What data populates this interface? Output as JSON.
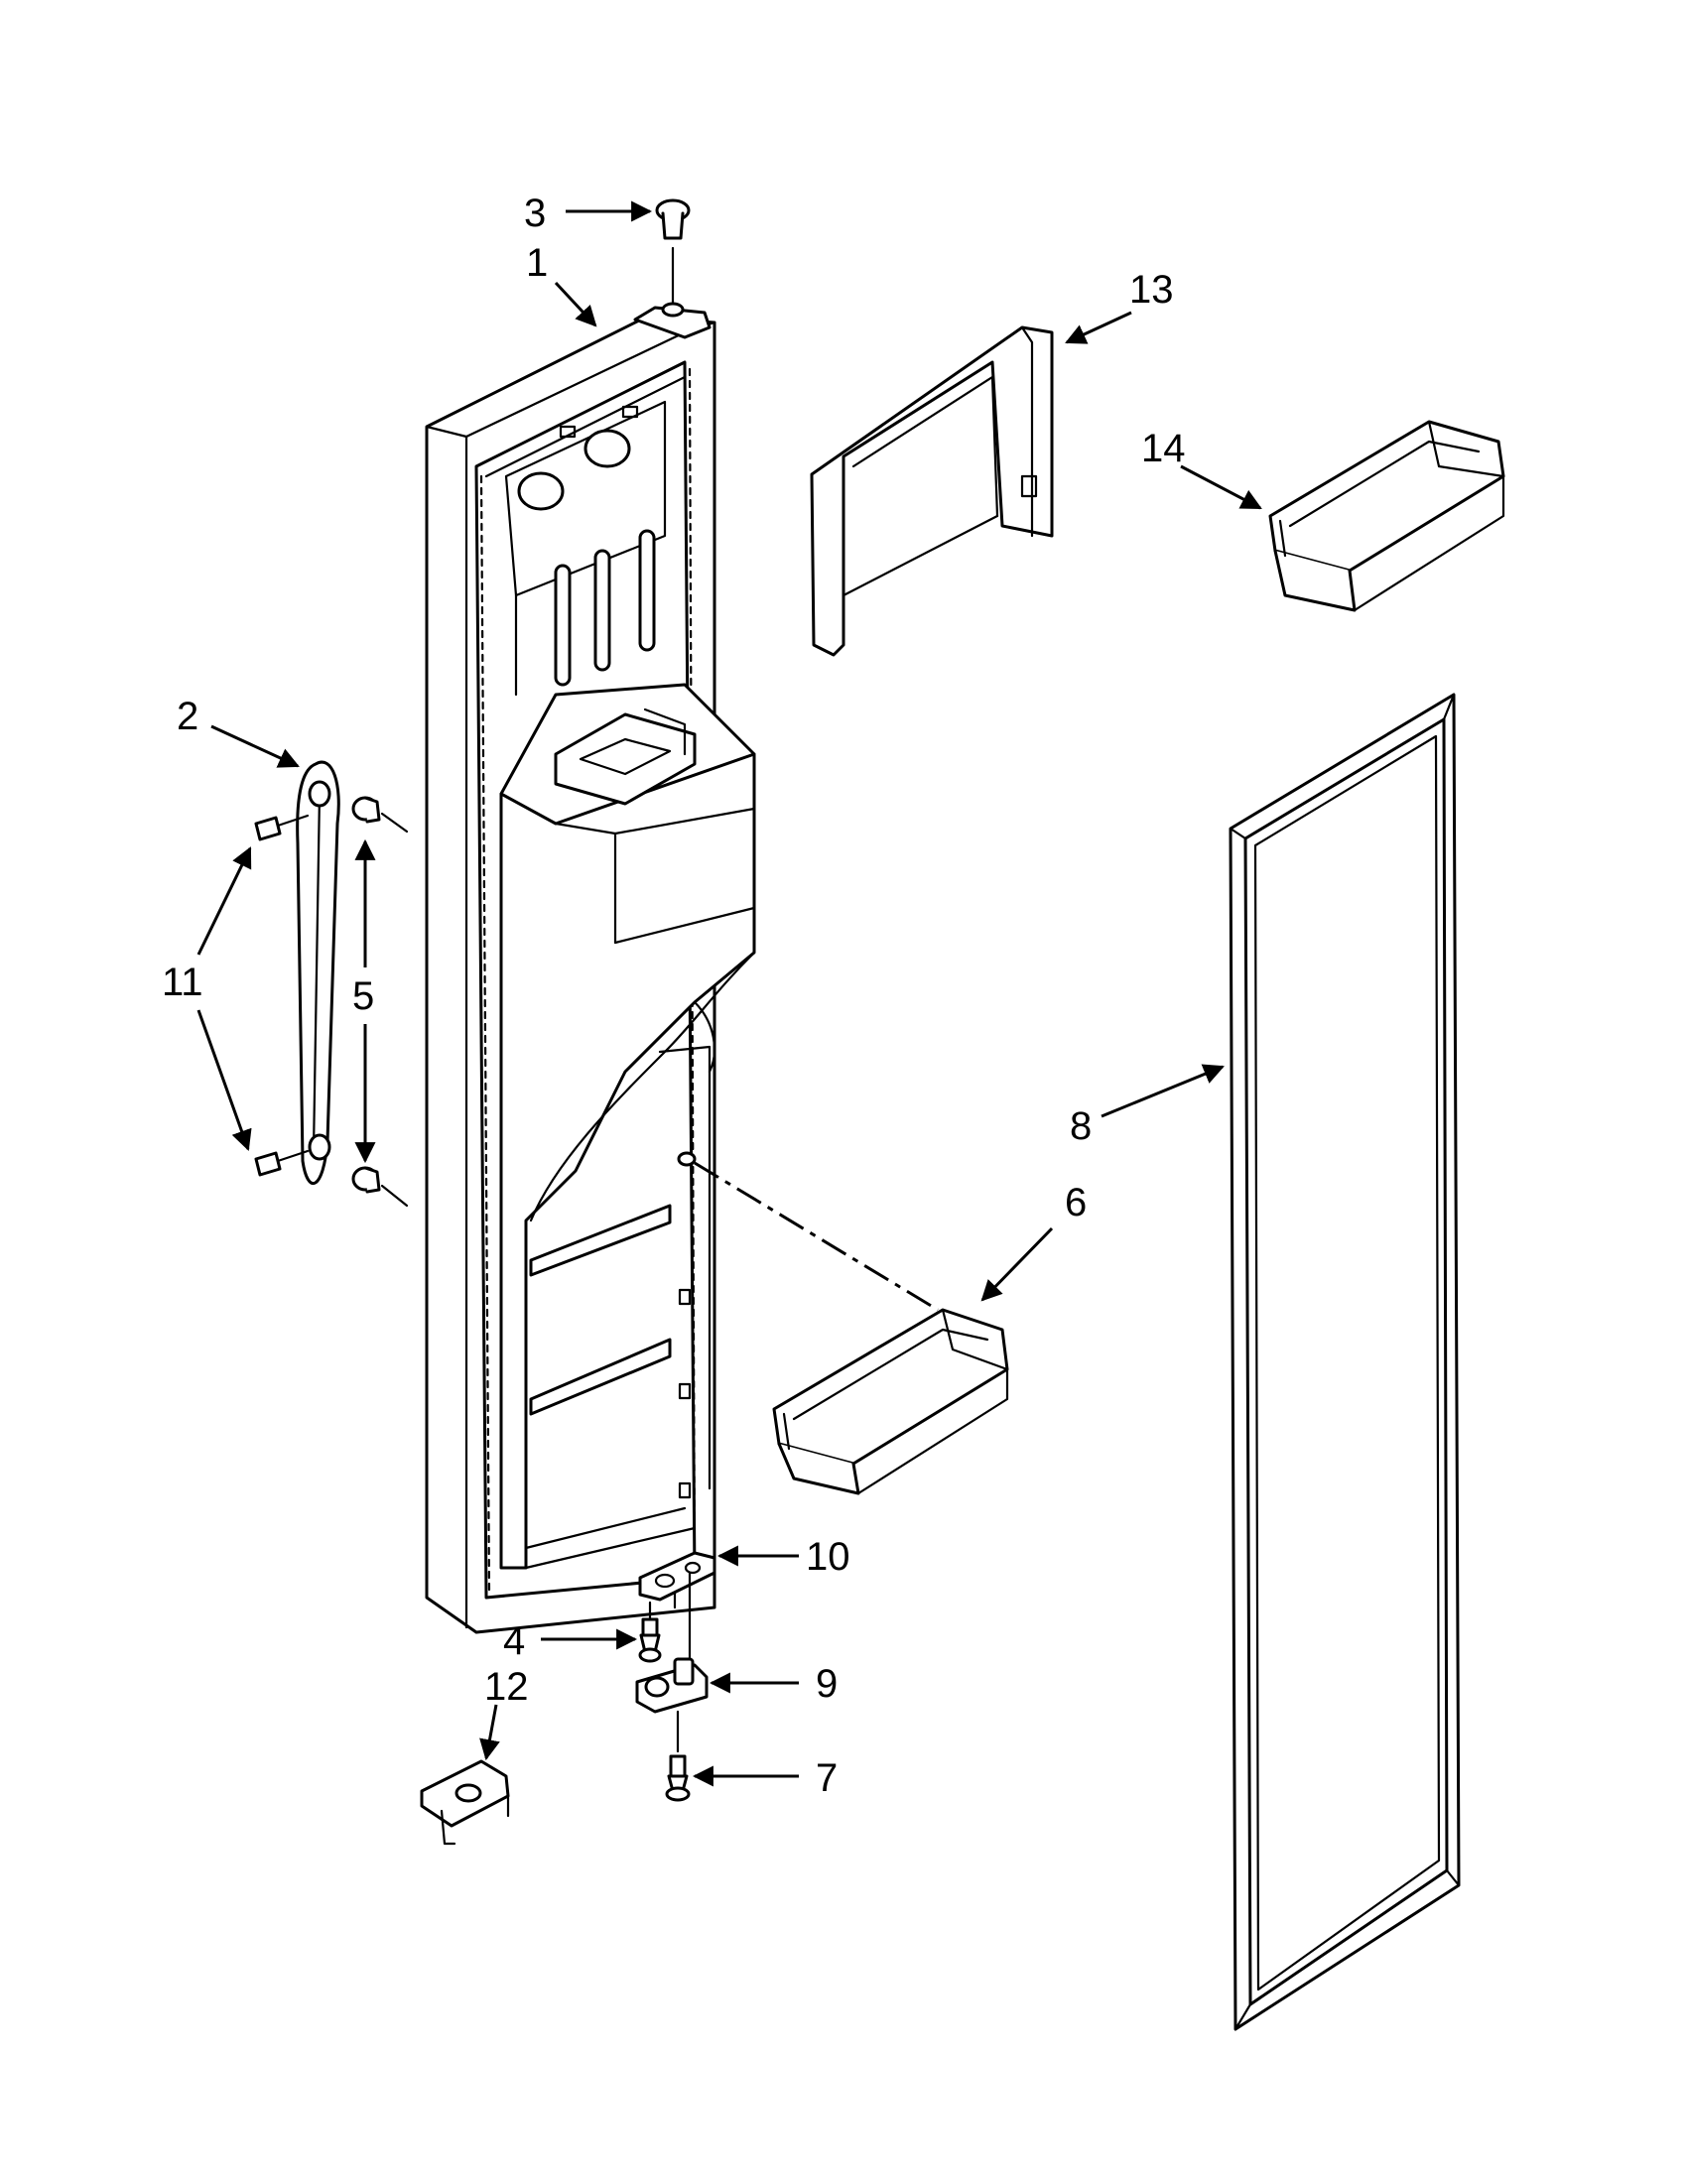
{
  "callouts": {
    "c1": "1",
    "c2": "2",
    "c3": "3",
    "c4": "4",
    "c5": "5",
    "c6": "6",
    "c7": "7",
    "c8": "8",
    "c9": "9",
    "c10": "10",
    "c11": "11",
    "c12": "12",
    "c13": "13",
    "c14": "14"
  },
  "colors": {
    "line": "#000000",
    "background": "#ffffff",
    "shade": "#d9d9d9"
  }
}
